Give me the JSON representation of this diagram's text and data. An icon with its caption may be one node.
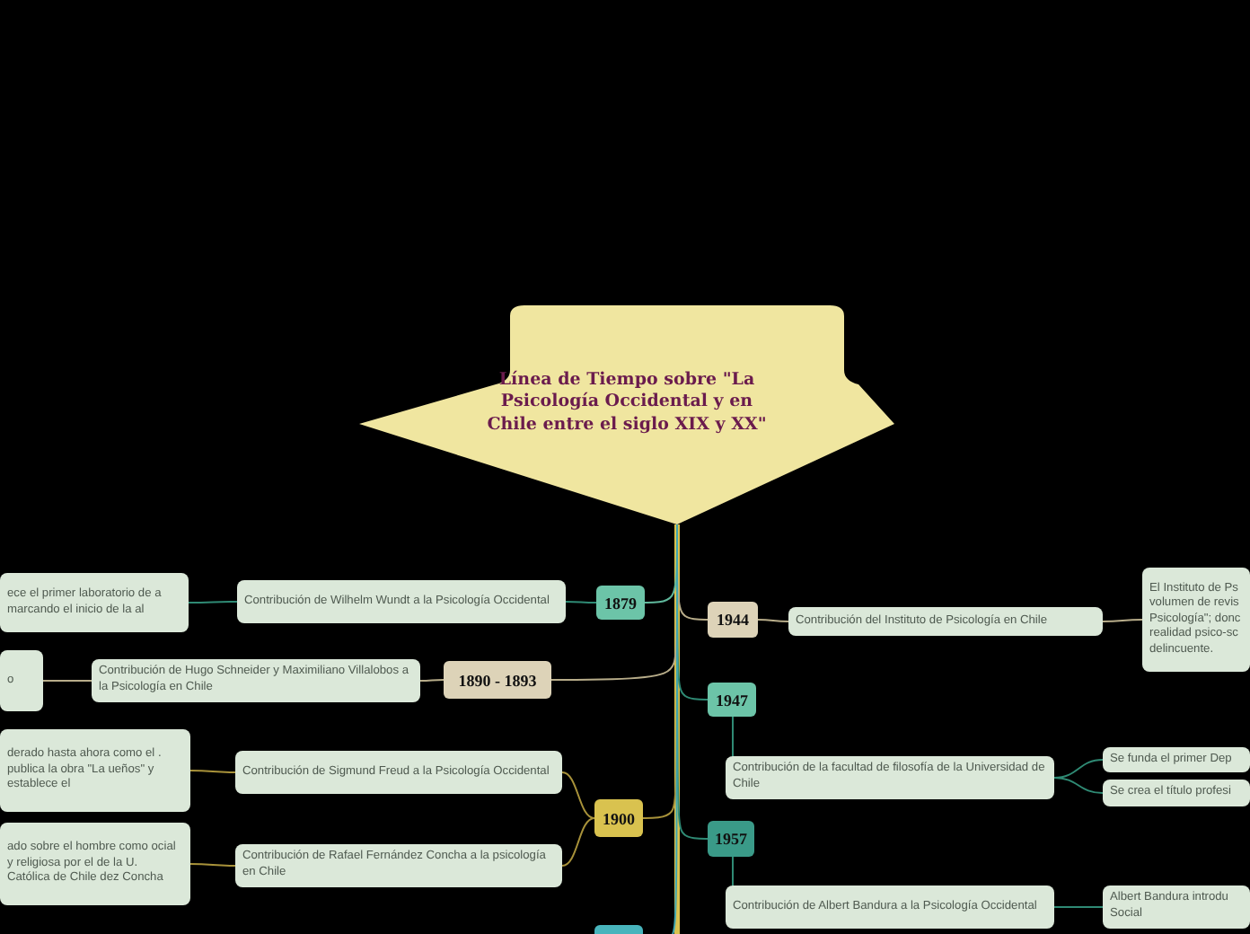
{
  "diagram": {
    "nodes": [
      {
        "text": [
          "Línea de Tiempo sobre \"La Psicología Occidental y en Chile entre el siglo XIX y XX\""
        ]
      },
      {
        "text": [
          "1879"
        ]
      },
      {
        "text": [
          "Contribución de Wilhelm Wundt a la Psicología Occidental"
        ]
      },
      {
        "text": [
          "ece el primer laboratorio de a marcando el inicio de la al"
        ]
      },
      {
        "text": [
          "1944"
        ]
      },
      {
        "text": [
          "Contribución del Instituto de Psicología en Chile"
        ]
      },
      {
        "text": [
          "El Instituto de Ps volumen de revis Psicología\"; donc realidad psico-sc delincuente."
        ]
      },
      {
        "text": [
          "1890 - 1893"
        ]
      },
      {
        "text": [
          "Contribución de Hugo Schneider y Maximiliano Villalobos a la Psicología en Chile"
        ]
      },
      {
        "text": [
          "o"
        ]
      },
      {
        "text": [
          "1947"
        ]
      },
      {
        "text": [
          "Contribución de la facultad de filosofía de la Universidad de Chile"
        ]
      },
      {
        "text": [
          "Se funda el primer Dep"
        ]
      },
      {
        "text": [
          "Se crea el título profesi"
        ]
      },
      {
        "text": [
          "1900"
        ]
      },
      {
        "text": [
          "Contribución de Sigmund Freud a la Psicología Occidental"
        ]
      },
      {
        "text": [
          "derado hasta ahora como el . publica la obra \"La ueños\" y establece el"
        ]
      },
      {
        "text": [
          "Contribución de Rafael Fernández Concha a la psicología en Chile"
        ]
      },
      {
        "text": [
          "ado sobre el hombre como ocial y religiosa por el de la U. Católica de Chile dez Concha"
        ]
      },
      {
        "text": [
          "1957"
        ]
      },
      {
        "text": [
          "Contribución de Albert Bandura a la Psicología Occidental"
        ]
      },
      {
        "text": [
          "Albert Bandura introdu Social"
        ]
      },
      {
        "text": [],
        "shape": "box"
      }
    ],
    "edges": [
      {
        "from": 0,
        "to": 1,
        "arrow": "none",
        "color": "#5fb89c"
      },
      {
        "from": 1,
        "to": 2,
        "arrow": "none",
        "color": "#2f8a74"
      },
      {
        "from": 2,
        "to": 3,
        "arrow": "none",
        "color": "#2f8a74"
      },
      {
        "from": 0,
        "to": 4,
        "arrow": "none",
        "color": "#b8ad8a"
      },
      {
        "from": 4,
        "to": 5,
        "arrow": "none",
        "color": "#b8ad8a"
      },
      {
        "from": 5,
        "to": 6,
        "arrow": "none",
        "color": "#b8ad8a"
      },
      {
        "from": 0,
        "to": 7,
        "arrow": "none",
        "color": "#b8ad8a"
      },
      {
        "from": 7,
        "to": 8,
        "arrow": "none",
        "color": "#b8ad8a"
      },
      {
        "from": 8,
        "to": 9,
        "arrow": "none",
        "color": "#b8ad8a"
      },
      {
        "from": 0,
        "to": 10,
        "arrow": "none",
        "color": "#2f8a74"
      },
      {
        "from": 10,
        "to": 11,
        "arrow": "none",
        "color": "#2f8a74"
      },
      {
        "from": 11,
        "to": 12,
        "arrow": "none",
        "color": "#2f8a74"
      },
      {
        "from": 11,
        "to": 13,
        "arrow": "none",
        "color": "#2f8a74"
      },
      {
        "from": 0,
        "to": 14,
        "arrow": "none",
        "color": "#a8923a"
      },
      {
        "from": 14,
        "to": 15,
        "arrow": "none",
        "color": "#a8923a"
      },
      {
        "from": 15,
        "to": 16,
        "arrow": "none",
        "color": "#a8923a"
      },
      {
        "from": 14,
        "to": 17,
        "arrow": "none",
        "color": "#a8923a"
      },
      {
        "from": 17,
        "to": 18,
        "arrow": "none",
        "color": "#a8923a"
      },
      {
        "from": 0,
        "to": 19,
        "arrow": "none",
        "color": "#2f8a74"
      },
      {
        "from": 19,
        "to": 20,
        "arrow": "none",
        "color": "#2f8a74"
      },
      {
        "from": 20,
        "to": 21,
        "arrow": "none",
        "color": "#2f8a74"
      },
      {
        "from": 0,
        "to": 22,
        "arrow": "none",
        "color": "#3fa6b0"
      }
    ]
  }
}
